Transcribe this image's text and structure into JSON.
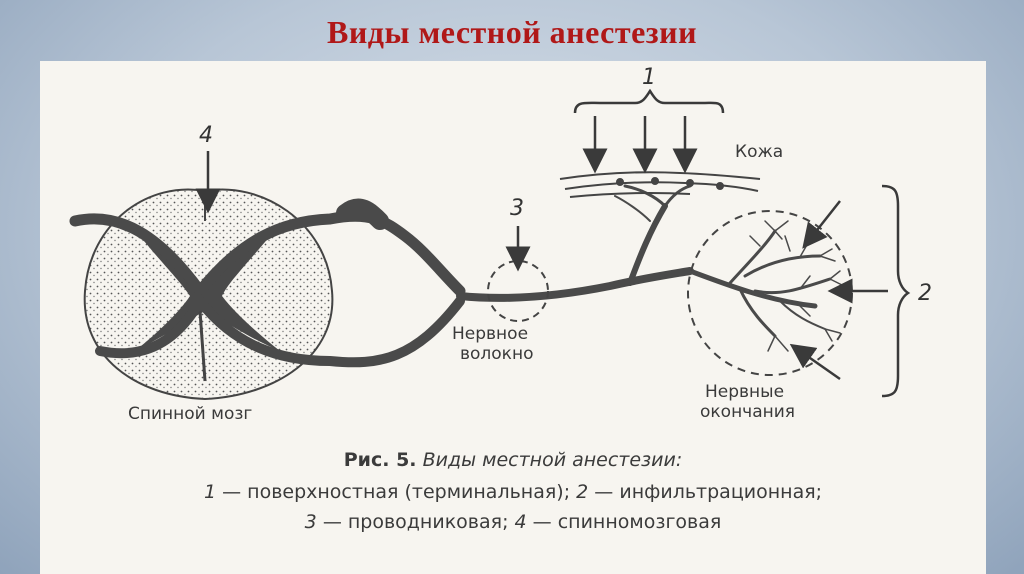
{
  "slide": {
    "title": "Виды местной анестезии"
  },
  "diagram": {
    "markers": {
      "m1": "1",
      "m2": "2",
      "m3": "3",
      "m4": "4"
    },
    "labels": {
      "skin": "Кожа",
      "nerve_fiber_1": "Нервное",
      "nerve_fiber_2": "волокно",
      "nerve_endings_1": "Нервные",
      "nerve_endings_2": "окончания",
      "spinal_cord": "Спинной мозг"
    }
  },
  "caption": {
    "fig_label": "Рис. 5.",
    "fig_title": "Виды местной анестезии:",
    "items": [
      {
        "num": "1",
        "text": "поверхностная (терминальная);"
      },
      {
        "num": "2",
        "text": "инфильтрационная;"
      },
      {
        "num": "3",
        "text": "проводниковая;"
      },
      {
        "num": "4",
        "text": "спинномозговая"
      }
    ],
    "dash": "—"
  }
}
